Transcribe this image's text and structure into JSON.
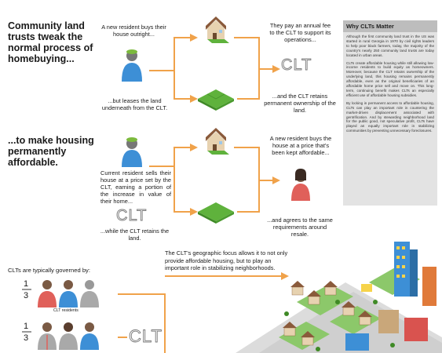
{
  "section1": {
    "headline": "Community land trusts tweak the normal process of homebuying...",
    "step_buy": "A new resident buys their house outright...",
    "step_lease": "...but leases the land underneath from the CLT.",
    "step_fee": "They pay an annual fee to the CLT to support its operations...",
    "step_retain": "...and the CLT retains permanent ownership of the land.",
    "clt_label": "CLT"
  },
  "section2": {
    "headline": "...to make housing permanently affordable.",
    "step_sell": "Current resident sells their house at a price set by the CLT, earning a portion of the increase in value of their home...",
    "step_retain": "...while the CLT retains the land.",
    "step_newbuy": "A new resident buys the house at a price that's been kept affordable...",
    "step_agree": "...and agrees to the same requirements around resale.",
    "clt_label": "CLT"
  },
  "sidebar": {
    "title": "Why CLTs Matter",
    "paragraphs": [
      "Although the first community land trust in the US was started in rural Georgia in 1970 by civil rights leaders to help poor black farmers, today, the majority of the country's nearly 250 community land trusts are today located in urban areas.",
      "CLTs create affordable housing while still allowing low-income residents to build equity as homeowners. Moreover, because the CLT retains ownership of the underlying land, this housing remains permanently affordable, even as the original beneficiaries of an affordable home price sell and move on. This long-term, continuing benefit makes CLTs an especially efficient use of affordable housing subsidies.",
      "By locking in permanent access to affordable housing, CLTs can play an important role in countering the market-driven displacement associated with gentrification. And by stewarding neighborhood land for the public good, not speculative profit, CLTs have played an equally important role in stabilizing communities by preventing unnecessary foreclosures."
    ]
  },
  "section3": {
    "governed_label": "CLTs are typically governed by:",
    "fraction_num": "1",
    "fraction_den": "3",
    "group1_label": "CLT residents",
    "group2_label": "",
    "clt_label": "CLT",
    "geo_text": "The CLT's geographic focus allows it to not only provide affordable housing, but to play an important role in stabilizing neighborhoods."
  },
  "colors": {
    "arrow_orange": "#f0a24a",
    "grass_green": "#5fb23c",
    "person_blue": "#3d8fd6",
    "person_red": "#e0605a",
    "person_gray": "#a9a9a9",
    "sidebar_bg": "#e3e3e3",
    "sidebar_header": "#bdbdbd"
  }
}
